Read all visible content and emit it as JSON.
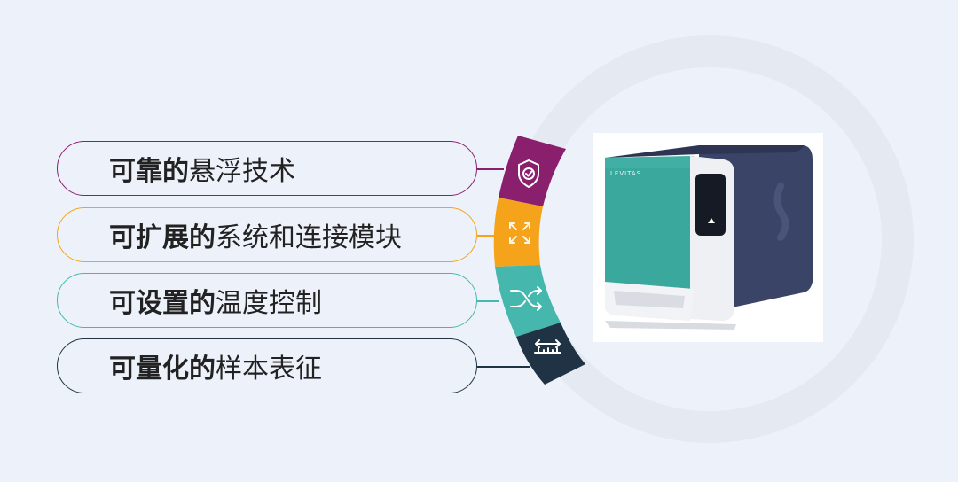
{
  "features": [
    {
      "bold": "可靠的",
      "regular": "悬浮技术",
      "color": "#8a1f6e",
      "icon": "shield-check-icon"
    },
    {
      "bold": "可扩展的",
      "regular": "系统和连接模块",
      "color": "#f5a31a",
      "icon": "expand-arrows-icon"
    },
    {
      "bold": "可设置的",
      "regular": "温度控制",
      "color": "#46b7ad",
      "icon": "shuffle-arrows-icon"
    },
    {
      "bold": "可量化的",
      "regular": "样本表征",
      "color": "#1f3344",
      "icon": "measure-ruler-icon"
    }
  ],
  "device": {
    "brand_text": "LEVITAS"
  }
}
